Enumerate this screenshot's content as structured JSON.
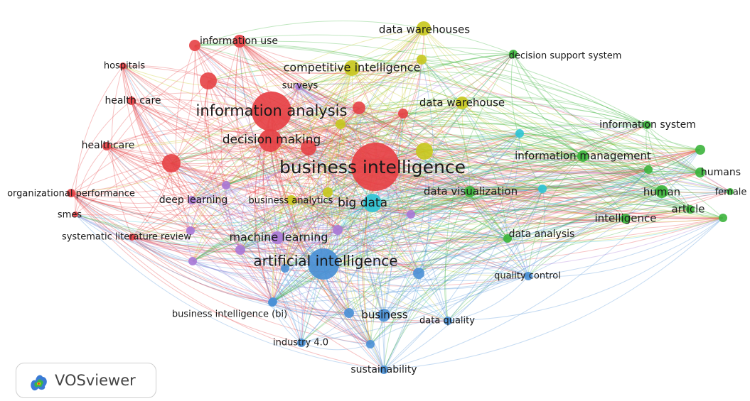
{
  "colors": {
    "red": "#e64145",
    "yellow": "#c8c81e",
    "green": "#3cb43c",
    "blue": "#4a90d6",
    "purple": "#a978d6",
    "cyan": "#2ec4d4"
  },
  "logo_text": "VOSviewer",
  "nodes": [
    {
      "id": "business-intelligence",
      "label": "business intelligence",
      "cluster": "red",
      "weight": 10
    },
    {
      "id": "information-analysis",
      "label": "information analysis",
      "cluster": "red",
      "weight": 7
    },
    {
      "id": "decision-making",
      "label": "decision making",
      "cluster": "red",
      "weight": 6
    },
    {
      "id": "information-use",
      "label": "information use",
      "cluster": "red",
      "weight": 3
    },
    {
      "id": "hospitals",
      "label": "hospitals",
      "cluster": "red",
      "weight": 2
    },
    {
      "id": "health-care",
      "label": "health care",
      "cluster": "red",
      "weight": 2
    },
    {
      "id": "healthcare",
      "label": "healthcare",
      "cluster": "red",
      "weight": 2
    },
    {
      "id": "organizational-performance",
      "label": "organizational performance",
      "cluster": "red",
      "weight": 2
    },
    {
      "id": "smes",
      "label": "smes",
      "cluster": "red",
      "weight": 1
    },
    {
      "id": "systematic-literature-review",
      "label": "systematic literature review",
      "cluster": "red",
      "weight": 2
    },
    {
      "id": "data-warehouses",
      "label": "data warehouses",
      "cluster": "yellow",
      "weight": 3
    },
    {
      "id": "competitive-intelligence",
      "label": "competitive intelligence",
      "cluster": "yellow",
      "weight": 3
    },
    {
      "id": "data-warehouse",
      "label": "data warehouse",
      "cluster": "yellow",
      "weight": 3
    },
    {
      "id": "business-analytics",
      "label": "business analytics",
      "cluster": "yellow",
      "weight": 2
    },
    {
      "id": "decision-support-system",
      "label": "decision support system",
      "cluster": "green",
      "weight": 2
    },
    {
      "id": "information-system",
      "label": "information system",
      "cluster": "green",
      "weight": 2
    },
    {
      "id": "information-management",
      "label": "information management",
      "cluster": "green",
      "weight": 3
    },
    {
      "id": "humans",
      "label": "humans",
      "cluster": "green",
      "weight": 2
    },
    {
      "id": "human",
      "label": "human",
      "cluster": "green",
      "weight": 2
    },
    {
      "id": "female",
      "label": "female",
      "cluster": "green",
      "weight": 1
    },
    {
      "id": "article",
      "label": "article",
      "cluster": "green",
      "weight": 2
    },
    {
      "id": "intelligence",
      "label": "intelligence",
      "cluster": "green",
      "weight": 2
    },
    {
      "id": "data-visualization",
      "label": "data visualization",
      "cluster": "green",
      "weight": 2
    },
    {
      "id": "data-analysis",
      "label": "data analysis",
      "cluster": "green",
      "weight": 2
    },
    {
      "id": "big-data",
      "label": "big data",
      "cluster": "cyan",
      "weight": 5
    },
    {
      "id": "artificial-intelligence",
      "label": "artificial intelligence",
      "cluster": "blue",
      "weight": 7
    },
    {
      "id": "business",
      "label": "business",
      "cluster": "blue",
      "weight": 3
    },
    {
      "id": "business-intelligence-bi",
      "label": "business intelligence (bi)",
      "cluster": "blue",
      "weight": 2
    },
    {
      "id": "industry-4-0",
      "label": "industry 4.0",
      "cluster": "blue",
      "weight": 2
    },
    {
      "id": "sustainability",
      "label": "sustainability",
      "cluster": "blue",
      "weight": 2
    },
    {
      "id": "data-quality",
      "label": "data quality",
      "cluster": "blue",
      "weight": 2
    },
    {
      "id": "quality-control",
      "label": "quality control",
      "cluster": "blue",
      "weight": 2
    },
    {
      "id": "machine-learning",
      "label": "machine learning",
      "cluster": "purple",
      "weight": 3
    },
    {
      "id": "deep-learning",
      "label": "deep learning",
      "cluster": "purple",
      "weight": 2
    },
    {
      "id": "surveys",
      "label": "surveys",
      "cluster": "purple",
      "weight": 2
    }
  ]
}
